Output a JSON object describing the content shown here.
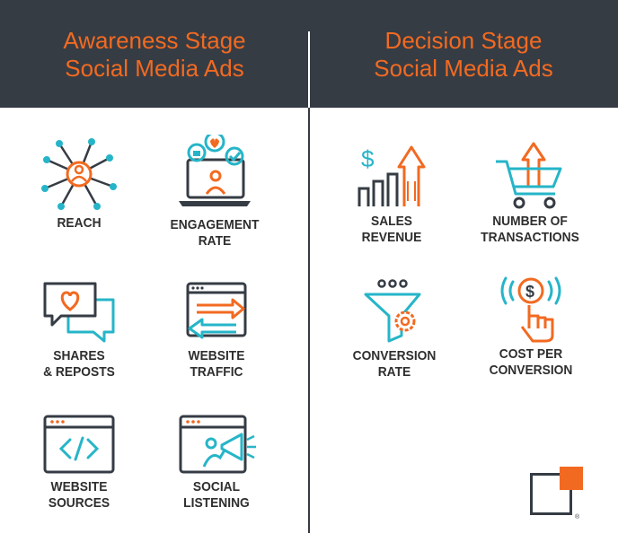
{
  "colors": {
    "header_bg": "#363c44",
    "accent": "#f26a21",
    "teal": "#26b5c8",
    "dark": "#363c44"
  },
  "awareness": {
    "title_line1": "Awareness Stage",
    "title_line2": "Social Media Ads",
    "items": [
      {
        "icon": "network-icon",
        "label_line1": "REACH",
        "label_line2": ""
      },
      {
        "icon": "laptop-engagement-icon",
        "label_line1": "ENGAGEMENT",
        "label_line2": "RATE"
      },
      {
        "icon": "chat-heart-icon",
        "label_line1": "SHARES",
        "label_line2": "& REPOSTS"
      },
      {
        "icon": "browser-arrows-icon",
        "label_line1": "WEBSITE",
        "label_line2": "TRAFFIC"
      },
      {
        "icon": "code-window-icon",
        "label_line1": "WEBSITE",
        "label_line2": "SOURCES"
      },
      {
        "icon": "megaphone-window-icon",
        "label_line1": "SOCIAL",
        "label_line2": "LISTENING"
      }
    ]
  },
  "decision": {
    "title_line1": "Decision Stage",
    "title_line2": "Social Media Ads",
    "items": [
      {
        "icon": "revenue-chart-icon",
        "label_line1": "SALES",
        "label_line2": "REVENUE"
      },
      {
        "icon": "cart-arrow-icon",
        "label_line1": "NUMBER OF",
        "label_line2": "TRANSACTIONS"
      },
      {
        "icon": "funnel-gear-icon",
        "label_line1": "CONVERSION",
        "label_line2": "RATE"
      },
      {
        "icon": "dollar-tap-icon",
        "label_line1": "COST PER",
        "label_line2": "CONVERSION"
      }
    ]
  }
}
